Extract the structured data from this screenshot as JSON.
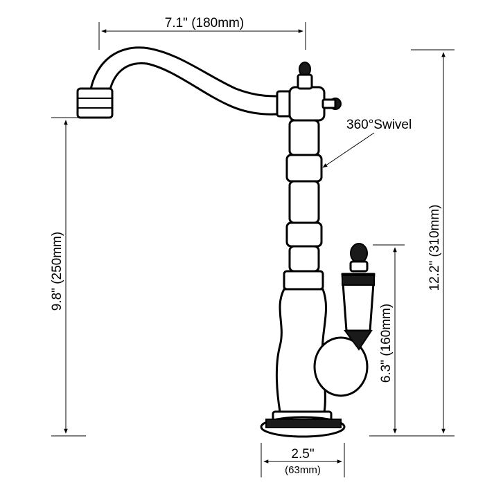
{
  "labels": {
    "spout_reach": "7.1\" (180mm)",
    "swivel": "360°Swivel",
    "total_height": "12.2\" (310mm)",
    "spout_height": "9.8\" (250mm)",
    "handle_height": "6.3\" (160mm)",
    "base_inch": "2.5\"",
    "base_mm": "(63mm)"
  }
}
